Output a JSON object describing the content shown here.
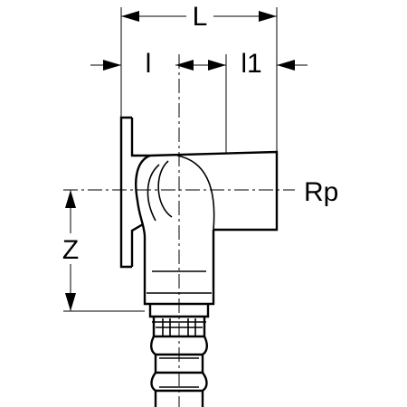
{
  "labels": {
    "L": "L",
    "l": "l",
    "l1": "l1",
    "Rp": "Rp",
    "Z": "Z"
  }
}
